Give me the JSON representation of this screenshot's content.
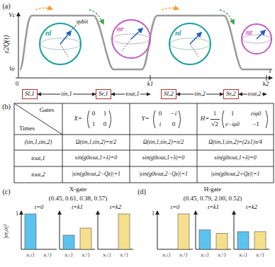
{
  "diagram": {
    "nodes": [
      {
        "text": [
          "nl"
        ]
      },
      {
        "text": [
          "nr"
        ]
      },
      {
        "text": [
          "nl"
        ]
      },
      {
        "text": [
          "nr"
        ]
      },
      {
        "text": [
          "Sl,1"
        ]
      },
      {
        "text": [
          "Sr,1"
        ]
      },
      {
        "text": [
          "Sl,2"
        ]
      },
      {
        "text": [
          "Sr,2"
        ]
      }
    ],
    "edges": [
      {
        "from": 4,
        "to": 5,
        "label": "tin,1",
        "arrow": "both"
      },
      {
        "from": 6,
        "to": 7,
        "label": "tin,2",
        "arrow": "both"
      }
    ],
    "labels": [
      "(a)",
      "ε2Q(t)",
      "Vc",
      "Ve",
      "qubit",
      "0",
      "k1",
      "k2",
      "t",
      "tout,1",
      "tout,2",
      "(b)",
      "Gates",
      "Times",
      "X=",
      "0",
      "1",
      "1",
      "0",
      "Y=",
      "0",
      "−i",
      "i",
      "0",
      "H=",
      "1",
      "√2",
      "1",
      "eiφ0",
      "e−iφ0",
      "−1",
      "(tin,1,tin,2)",
      "tout,1",
      "tout,2",
      "Ω(tin,1,tin,2)=π/2",
      "Ω(tin,1,tin,2)=π/2",
      "Ω(tin,1,tin,2)=(2±1)π/4",
      "sin(g0tout,1+λ)=0",
      "sin(g0tout,1+λ)=0",
      "sin(g0tout,1+λ)=0",
      "|sin(g0tout,2−Qz)|=1",
      "|sin(g0tout,2−Qz)|=1",
      "|sin(g0tout,2+Qz)|=1",
      "(c)",
      "X-gate",
      "(0.45, 0.61, 0.38, 0.57)",
      "|νr,σ|²",
      "1",
      "t=0",
      "t=k1",
      "t=k2",
      "|r,↓⟩",
      "|r,↑⟩",
      "|r,↓⟩",
      "|r,↑⟩",
      "|r,↓⟩",
      "|r,↑⟩",
      "(d)",
      "H-gate",
      "(0.45, 0.79, 2.00, 0.52)",
      "1",
      "t=0",
      "t=k1",
      "t=k2",
      "|r,↓⟩",
      "|r,↑⟩",
      "|r,↓⟩",
      "|r,↑⟩",
      "|r,↓⟩",
      "|r,↑⟩"
    ]
  }
}
